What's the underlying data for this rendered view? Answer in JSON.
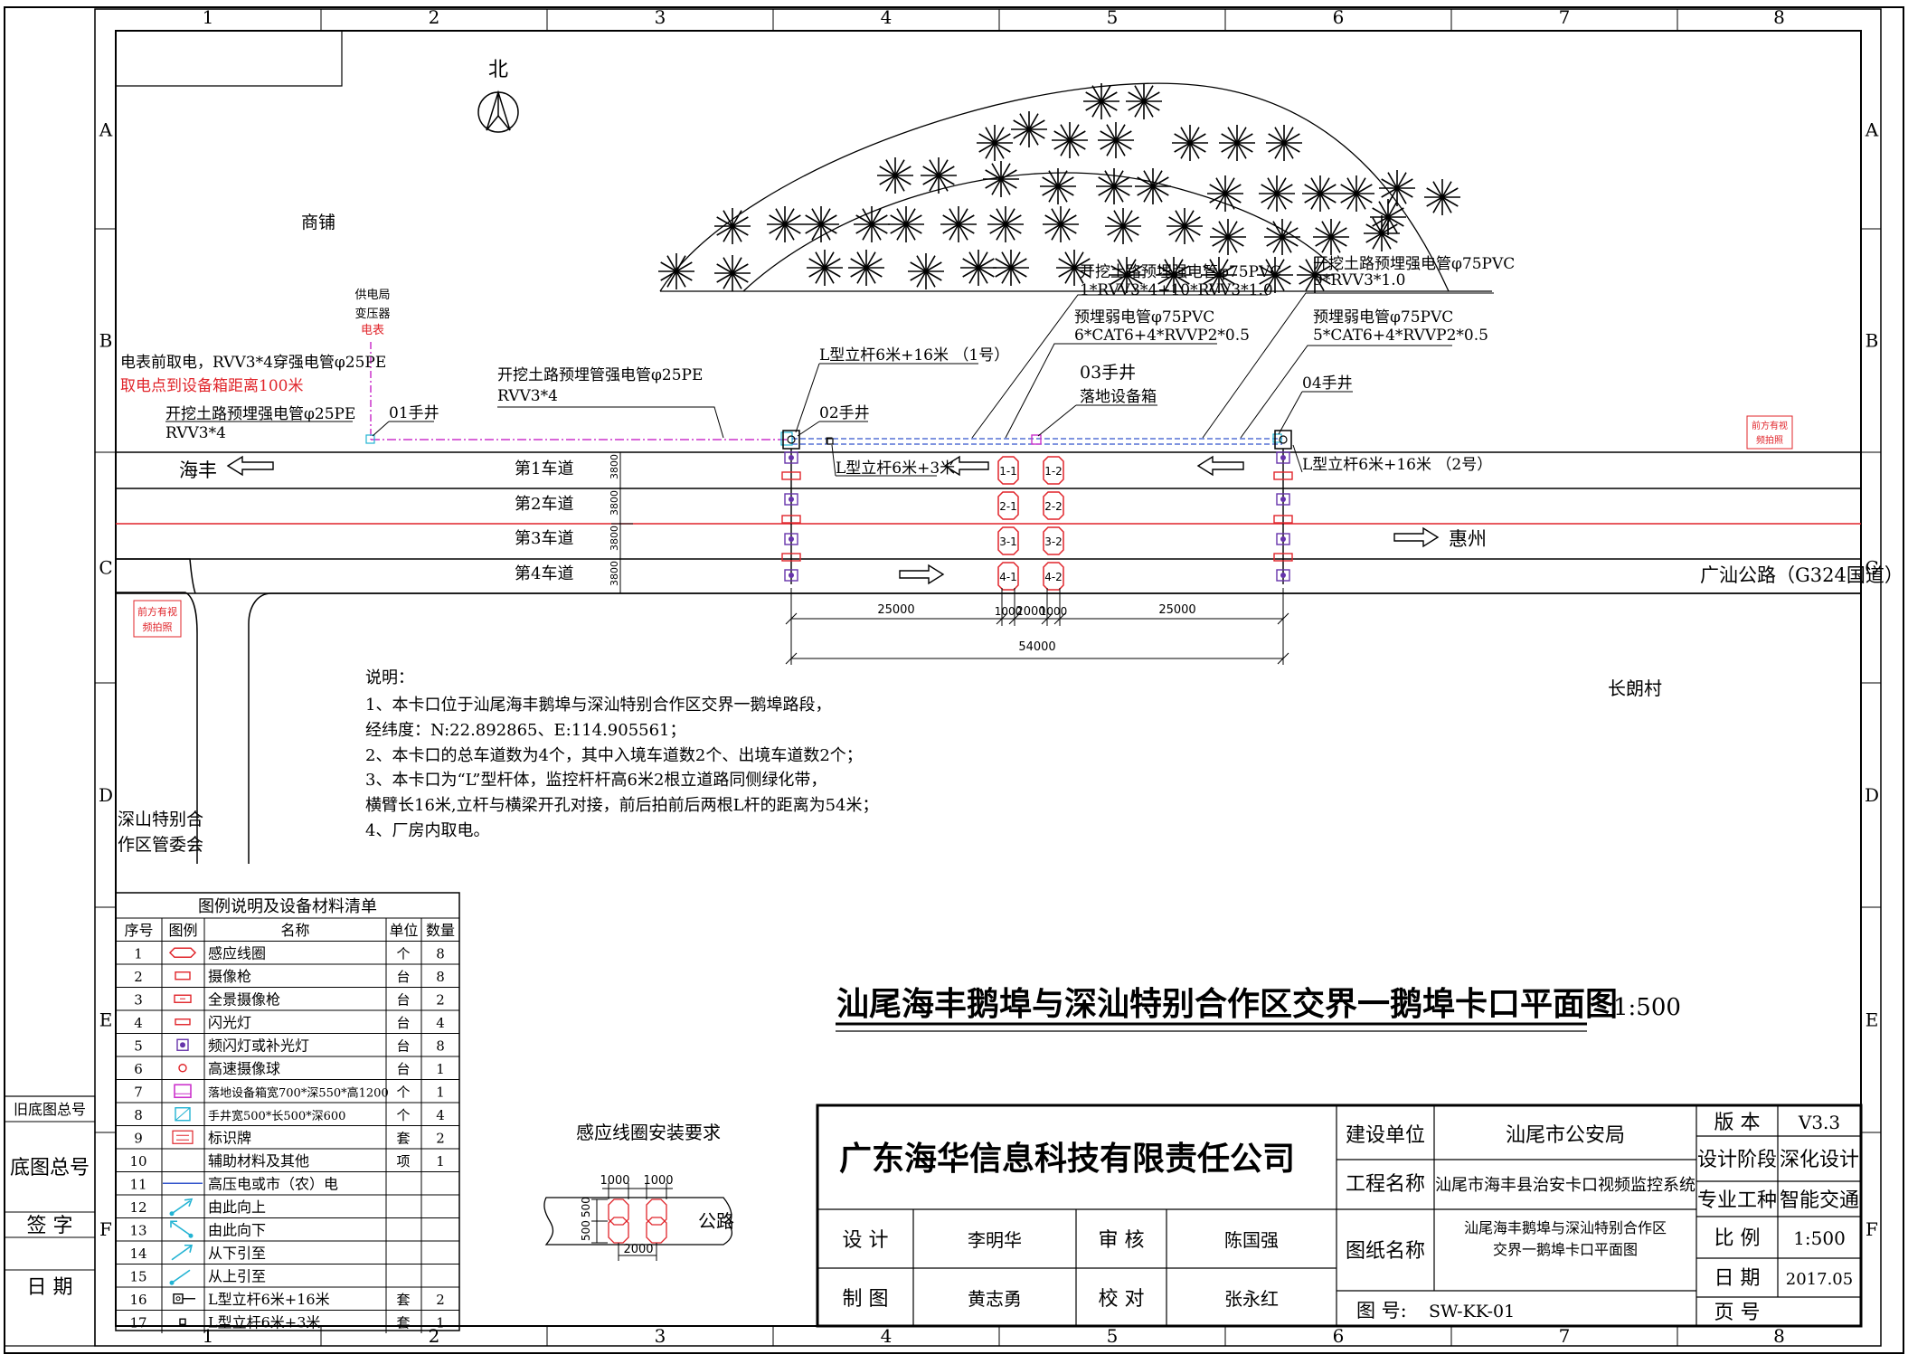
{
  "grid": {
    "columns": [
      "1",
      "2",
      "3",
      "4",
      "5",
      "6",
      "7",
      "8"
    ],
    "rows": [
      "A",
      "B",
      "C",
      "D",
      "E",
      "F"
    ]
  },
  "map": {
    "north": "北",
    "shop": "商铺",
    "village": "长朗村",
    "committee": [
      "深山特别合",
      "作区管委会"
    ],
    "haifeng": "海丰",
    "huizhou": "惠州",
    "road_name": "广汕公路（G324国道）",
    "lanes": [
      "第1车道",
      "第2车道",
      "第3车道",
      "第4车道"
    ],
    "lane_width": "3800",
    "sign_text": [
      "前方有视",
      "频拍照"
    ],
    "transformer": [
      "供电局",
      "变压器"
    ],
    "meter": "电表",
    "power_note": "电表前取电，RVV3*4穿强电管φ25PE",
    "power_distance": "取电点到设备箱距离100米",
    "pipe_a": [
      "开挖土路预埋强电管φ25PE",
      "RVV3*4"
    ],
    "pipe_b": [
      "开挖土路预埋管强电管φ25PE",
      "RVV3*4"
    ],
    "pipe_c": [
      "开挖土路预埋强电管φ75PVC",
      "1*RVV3*4+10*RVV3*1.0"
    ],
    "pipe_d": [
      "开挖土路预埋强电管φ75PVC",
      "9*RVV3*1.0"
    ],
    "pipe_e": [
      "预埋弱电管φ75PVC",
      "6*CAT6+4*RVVP2*0.5"
    ],
    "pipe_f": [
      "预埋弱电管φ75PVC",
      "5*CAT6+4*RVVP2*0.5"
    ],
    "well_01": "01手井",
    "well_02": "02手井",
    "well_03": "03手井",
    "well_04": "04手井",
    "cabinet": "落地设备箱",
    "pole_1": "L型立杆6米+16米 （1号）",
    "pole_2": "L型立杆6米+16米 （2号）",
    "pole_small": "L型立杆6米+3米",
    "coils": [
      "1-1",
      "2-1",
      "3-1",
      "4-1",
      "1-2",
      "2-2",
      "3-2",
      "4-2"
    ],
    "dims": {
      "left": "25000",
      "right": "25000",
      "gap": "1000",
      "mid": "2000",
      "total": "54000"
    }
  },
  "notes": {
    "title": "说明：",
    "lines": [
      "1、本卡口位于汕尾海丰鹅埠与深汕特别合作区交界一鹅埠路段，",
      "经纬度：N:22.892865、E:114.905561；",
      "2、本卡口的总车道数为4个，其中入境车道数2个、出境车道数2个；",
      "3、本卡口为“L”型杆体，监控杆杆高6米2根立道路同侧绿化带，",
      "横臂长16米,立杆与横梁开孔对接，前后拍前后两根L杆的距离为54米；",
      "4、厂房内取电。"
    ]
  },
  "drawing_title": "汕尾海丰鹅埠与深汕特别合作区交界一鹅埠卡口平面图",
  "drawing_scale": "1:500",
  "legend": {
    "title": "图例说明及设备材料清单",
    "headers": [
      "序号",
      "图例",
      "名称",
      "单位",
      "数量"
    ],
    "rows": [
      [
        "1",
        "coil",
        "感应线圈",
        "个",
        "8"
      ],
      [
        "2",
        "camera",
        "摄像枪",
        "台",
        "8"
      ],
      [
        "3",
        "pano",
        "全景摄像枪",
        "台",
        "2"
      ],
      [
        "4",
        "flash",
        "闪光灯",
        "台",
        "4"
      ],
      [
        "5",
        "strobe",
        "频闪灯或补光灯",
        "台",
        "8"
      ],
      [
        "6",
        "dome",
        "高速摄像球",
        "台",
        "1"
      ],
      [
        "7",
        "cabinet",
        "落地设备箱宽700*深550*高1200",
        "个",
        "1"
      ],
      [
        "8",
        "well",
        "手井宽500*长500*深600",
        "个",
        "4"
      ],
      [
        "9",
        "sign",
        "标识牌",
        "套",
        "2"
      ],
      [
        "10",
        "none",
        "辅助材料及其他",
        "项",
        "1"
      ],
      [
        "11",
        "line",
        "高压电或市（农）电",
        "",
        ""
      ],
      [
        "12",
        "up",
        "由此向上",
        "",
        ""
      ],
      [
        "13",
        "down",
        "由此向下",
        "",
        ""
      ],
      [
        "14",
        "fromdown",
        "从下引至",
        "",
        ""
      ],
      [
        "15",
        "fromup",
        "从上引至",
        "",
        ""
      ],
      [
        "16",
        "pole16",
        "L型立杆6米+16米",
        "套",
        "2"
      ],
      [
        "17",
        "pole3",
        "L型立杆6米+3米",
        "套",
        "1"
      ]
    ]
  },
  "coil_install": {
    "title": "感应线圈安装要求",
    "road": "公路",
    "w1": "1000",
    "w2": "1000",
    "h1": "500",
    "h2": "500",
    "spacing": "2000"
  },
  "side_block": [
    "旧底图总号",
    "底图总号",
    "签 字",
    "日 期"
  ],
  "title_block": {
    "company": "广东海华信息科技有限责任公司",
    "build_unit_label": "建设单位",
    "build_unit_value": "汕尾市公安局",
    "project_label": "工程名称",
    "project_value": "汕尾市海丰县治安卡口视频监控系统",
    "drawing_name_label": "图纸名称",
    "drawing_name_value": [
      "汕尾海丰鹅埠与深汕特别合作区",
      "交界一鹅埠卡口平面图"
    ],
    "design_label": "设 计",
    "design_value": "李明华",
    "review_label": "审 核",
    "review_value": "陈国强",
    "draw_label": "制 图",
    "draw_value": "黄志勇",
    "check_label": "校 对",
    "check_value": "张永红",
    "number_label": "图 号:",
    "number_value": "SW-KK-01",
    "version_label": "版 本",
    "version_value": "V3.3",
    "stage_label": "设计阶段",
    "stage_value": "深化设计",
    "specialty_label": "专业工种",
    "specialty_value": "智能交通",
    "scale_label": "比 例",
    "scale_value": "1:500",
    "date_label": "日 期",
    "date_value": "2017.05",
    "page_label": "页 号",
    "page_value": ""
  },
  "colors": {
    "ink": "#000000",
    "red": "#e0242a",
    "magenta": "#cc33cc",
    "cyan": "#22b3d3",
    "blue": "#3355cc",
    "purple": "#6633aa"
  }
}
